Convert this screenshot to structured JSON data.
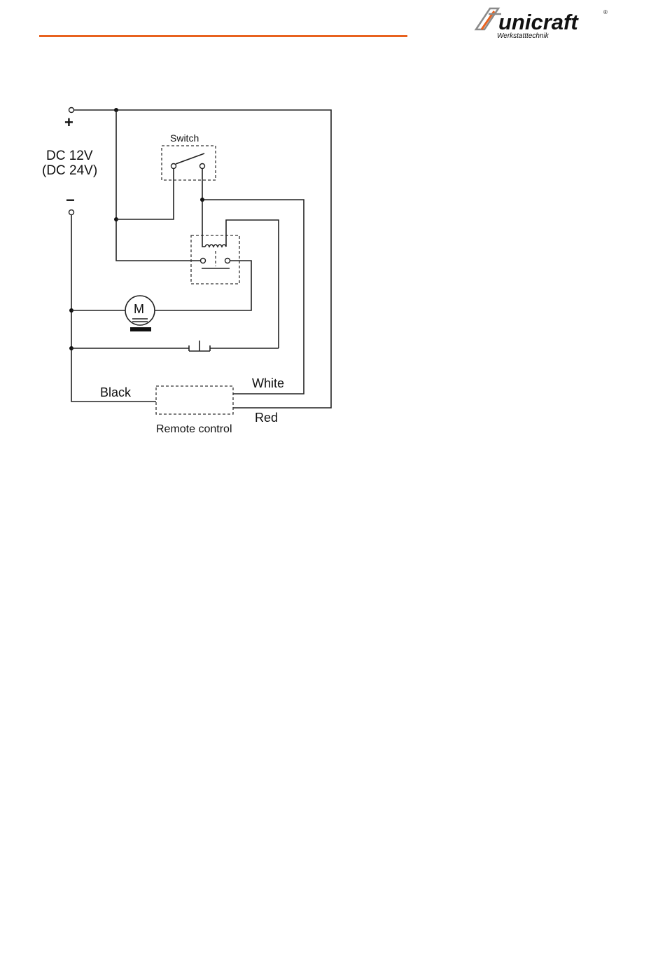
{
  "header": {
    "accent_color": "#e8621f",
    "logo": {
      "brand": "unicraft",
      "tagline": "Werkstatttechnik",
      "mark": "®"
    }
  },
  "diagram": {
    "supply": {
      "plus": "+",
      "minus": "−",
      "voltage": "DC  12V",
      "voltage_alt": "(DC 24V)"
    },
    "switch_label": "Switch",
    "motor_label": "M",
    "remote_label": "Remote control",
    "wires": {
      "black": "Black",
      "white": "White",
      "red": "Red"
    }
  }
}
